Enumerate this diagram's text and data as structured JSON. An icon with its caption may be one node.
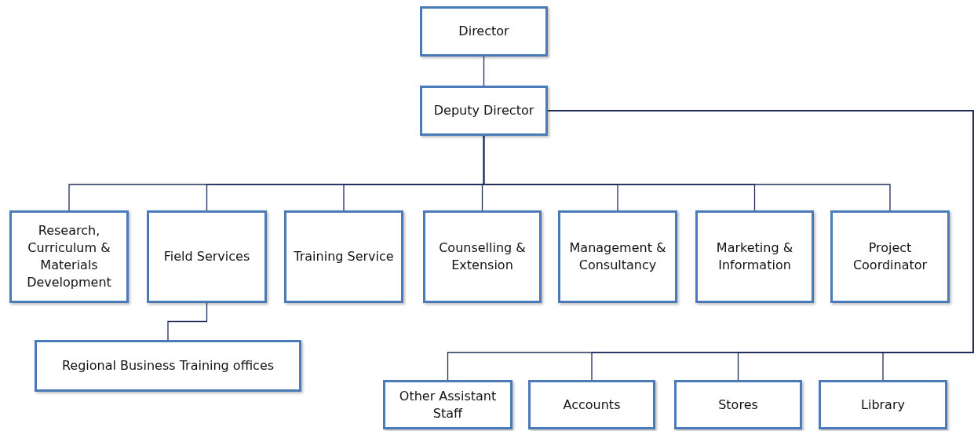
{
  "diagram": {
    "nodes": [
      {
        "text": [
          "Director"
        ]
      },
      {
        "text": [
          "Deputy Director"
        ]
      },
      {
        "text": [
          "Research, Curriculum & Materials Development"
        ]
      },
      {
        "text": [
          "Field Services"
        ]
      },
      {
        "text": [
          "Training Service"
        ]
      },
      {
        "text": [
          "Counselling & Extension"
        ]
      },
      {
        "text": [
          "Management & Consultancy"
        ]
      },
      {
        "text": [
          "Marketing & Information"
        ]
      },
      {
        "text": [
          "Project Coordinator"
        ]
      },
      {
        "text": [
          "Regional Business Training offices"
        ]
      },
      {
        "text": [
          "Other Assistant Staff"
        ]
      },
      {
        "text": [
          "Accounts"
        ]
      },
      {
        "text": [
          "Stores"
        ]
      },
      {
        "text": [
          "Library"
        ]
      }
    ],
    "edges": [
      {
        "from": 0,
        "to": 1,
        "arrow": "none"
      },
      {
        "from": 1,
        "to": 2,
        "arrow": "none"
      },
      {
        "from": 1,
        "to": 3,
        "arrow": "none"
      },
      {
        "from": 1,
        "to": 4,
        "arrow": "none"
      },
      {
        "from": 1,
        "to": 5,
        "arrow": "none"
      },
      {
        "from": 1,
        "to": 6,
        "arrow": "none"
      },
      {
        "from": 1,
        "to": 7,
        "arrow": "none"
      },
      {
        "from": 1,
        "to": 8,
        "arrow": "none"
      },
      {
        "from": 3,
        "to": 9,
        "arrow": "none"
      },
      {
        "from": 1,
        "to": 10,
        "arrow": "none"
      },
      {
        "from": 1,
        "to": 11,
        "arrow": "none"
      },
      {
        "from": 1,
        "to": 12,
        "arrow": "none"
      },
      {
        "from": 1,
        "to": 13,
        "arrow": "none"
      }
    ]
  }
}
